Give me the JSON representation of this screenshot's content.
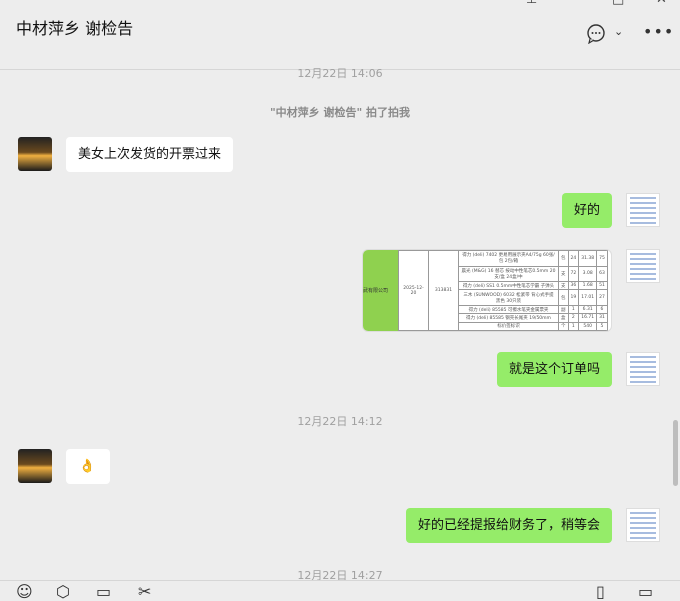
{
  "header": {
    "title": "中材萍乡 谢检告",
    "icons": [
      "chat-icon",
      "chevron-down-icon",
      "more-icon"
    ]
  },
  "window": [
    "pin-icon",
    "minimize-icon",
    "maximize-icon",
    "close-icon"
  ],
  "messages": {
    "ts1": "12月22日 14:06",
    "pat": "\"中材萍乡 谢检告\" 拍了拍我",
    "m1": "美女上次发货的开票过来",
    "m2": "好的",
    "m3": "就是这个订单吗",
    "ts2": "12月22日 14:12",
    "m4": "👌",
    "m5": "好的已经提报给财务了，稍等会",
    "ts3": "12月22日 14:27"
  },
  "image": {
    "company": "武有限公司",
    "date": "2025-12-20",
    "code": "313831",
    "rows": [
      [
        "得力 (deli) 7402 更易用展示夹A4/75g 60张/包 2包/箱",
        "包",
        "24",
        "31.38",
        "75"
      ],
      [
        "晨光 (M&G) 16 替芯 按动中性笔芯0.5mm 20支/盒 24盒/中",
        "支",
        "72",
        "3.08",
        "63"
      ],
      [
        "得力 (deli) SS1 0.5mm中性笔芯学霸 子弹头",
        "支",
        "36",
        "1.68",
        "51"
      ],
      [
        "三木 (SUNWOOD) 6032 松紧带 背心式手提 黑色 30只装",
        "包",
        "19",
        "17.01",
        "27"
      ],
      [
        "得力 (deli) 85585 可擦水笔夹金属票夹",
        "副",
        "1",
        "6.31",
        "6"
      ],
      [
        "得力 (deli) 85585 钢壳长尾夹 19/50mm",
        "盒",
        "2",
        "16.71",
        "31"
      ],
      [
        "标价签标识",
        "个",
        "1",
        "540",
        "5"
      ]
    ]
  }
}
